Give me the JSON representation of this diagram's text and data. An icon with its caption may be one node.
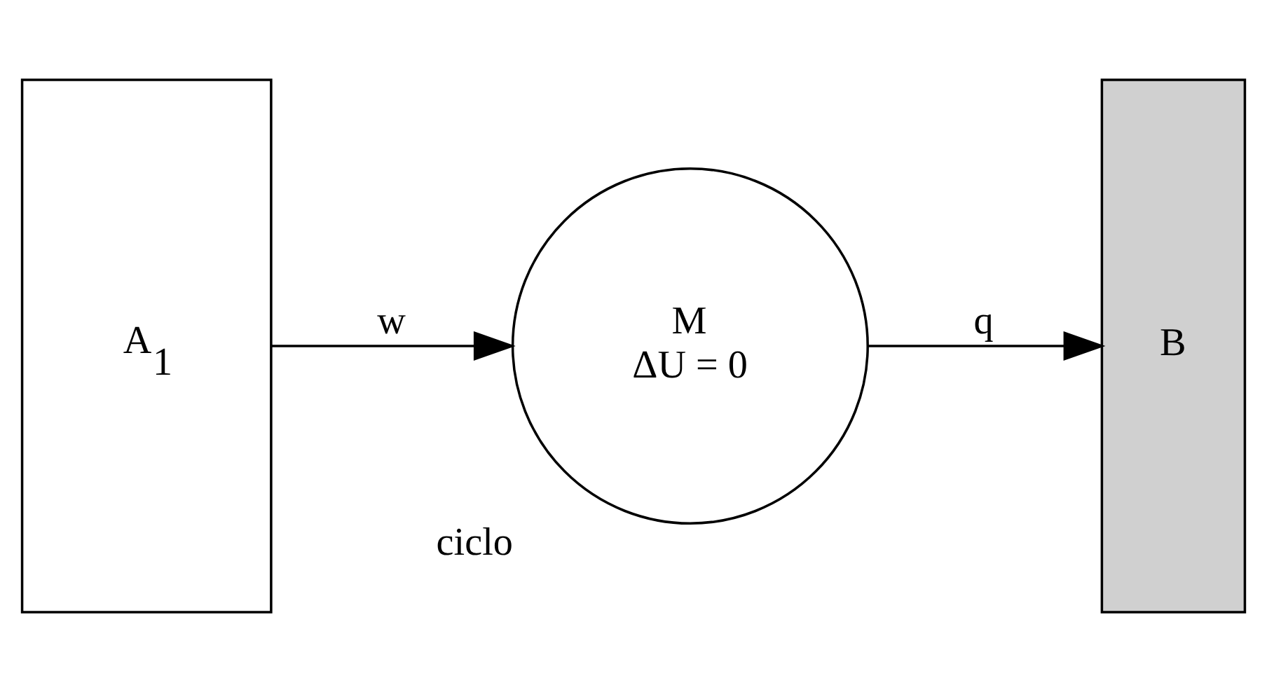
{
  "diagram": {
    "nodes": [
      {
        "text": [
          "A$_{1}$"
        ]
      },
      {
        "text": [
          "M",
          "ΔU = 0"
        ],
        "beside": [
          "ciclo"
        ]
      },
      {
        "text": [
          "B"
        ]
      }
    ],
    "edges": [
      {
        "from": 0,
        "to": 1,
        "arrow": "to",
        "label": "w"
      },
      {
        "from": 1,
        "to": 2,
        "arrow": "to",
        "label": "q"
      }
    ]
  }
}
